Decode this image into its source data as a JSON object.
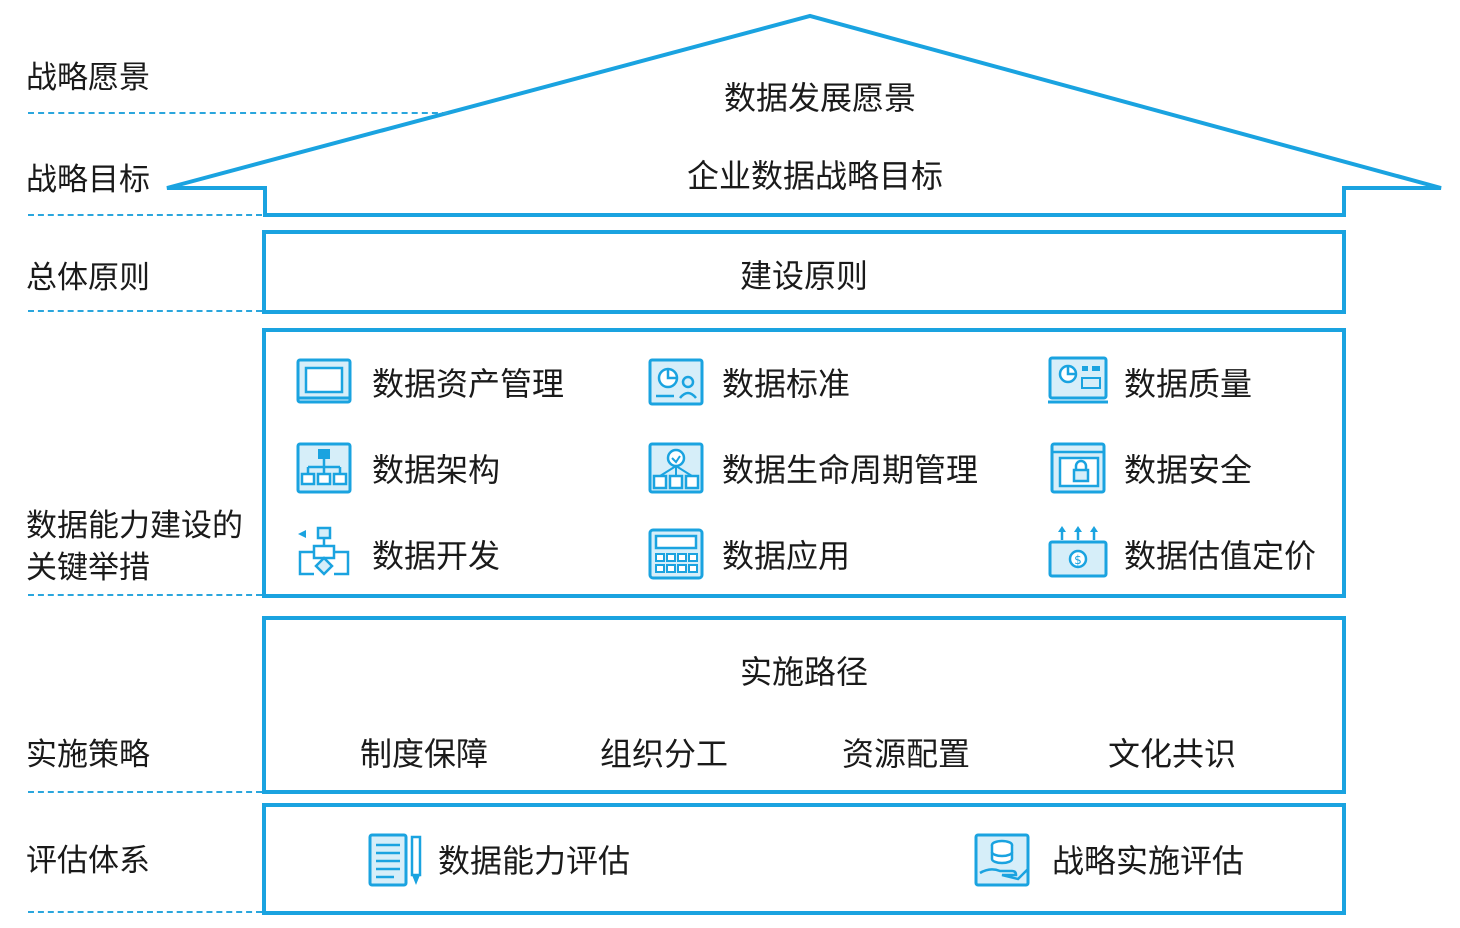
{
  "colors": {
    "accent": "#1aa3e0",
    "icon_fill": "#d6eef9",
    "text": "#1a1a1a"
  },
  "side_labels": {
    "vision": "战略愿景",
    "goal": "战略目标",
    "principle": "总体原则",
    "capability": "数据能力建设的关键举措",
    "implement": "实施策略",
    "evaluation": "评估体系"
  },
  "roof": {
    "vision": "数据发展愿景",
    "goal": "企业数据战略目标"
  },
  "principle_box": {
    "title": "建设原则"
  },
  "capability_items": [
    {
      "label": "数据资产管理",
      "icon": "laptop-icon"
    },
    {
      "label": "数据标准",
      "icon": "presentation-chart-icon"
    },
    {
      "label": "数据质量",
      "icon": "dashboard-board-icon"
    },
    {
      "label": "数据架构",
      "icon": "hierarchy-icon"
    },
    {
      "label": "数据生命周期管理",
      "icon": "lifecycle-network-icon"
    },
    {
      "label": "数据安全",
      "icon": "lock-window-icon"
    },
    {
      "label": "数据开发",
      "icon": "flowchart-icon"
    },
    {
      "label": "数据应用",
      "icon": "keypad-icon"
    },
    {
      "label": "数据估值定价",
      "icon": "money-valuation-icon"
    }
  ],
  "implement_box": {
    "title": "实施路径",
    "items": [
      "制度保障",
      "组织分工",
      "资源配置",
      "文化共识"
    ]
  },
  "evaluation_box": {
    "items": [
      {
        "label": "数据能力评估",
        "icon": "notepad-pen-icon"
      },
      {
        "label": "战略实施评估",
        "icon": "hand-database-icon"
      }
    ]
  }
}
